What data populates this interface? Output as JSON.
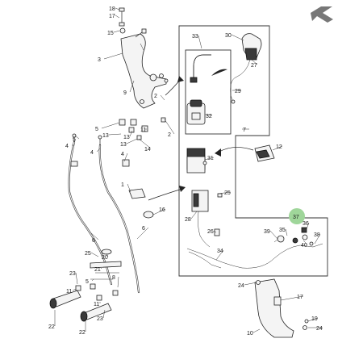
{
  "diagram": {
    "direction_marker": "arrow-pointing-down-left",
    "callouts": [
      "1",
      "2",
      "3",
      "4",
      "5",
      "6",
      "7",
      "8",
      "9",
      "10",
      "11",
      "12",
      "13",
      "14",
      "15",
      "16",
      "17",
      "18",
      "19",
      "20",
      "21",
      "22",
      "23",
      "24",
      "25",
      "26",
      "27",
      "28",
      "29",
      "30",
      "31",
      "32",
      "33",
      "34",
      "35",
      "36",
      "37",
      "38",
      "39",
      "40"
    ],
    "highlighted_callout": "37",
    "highlight_color": "#9fd69a"
  }
}
